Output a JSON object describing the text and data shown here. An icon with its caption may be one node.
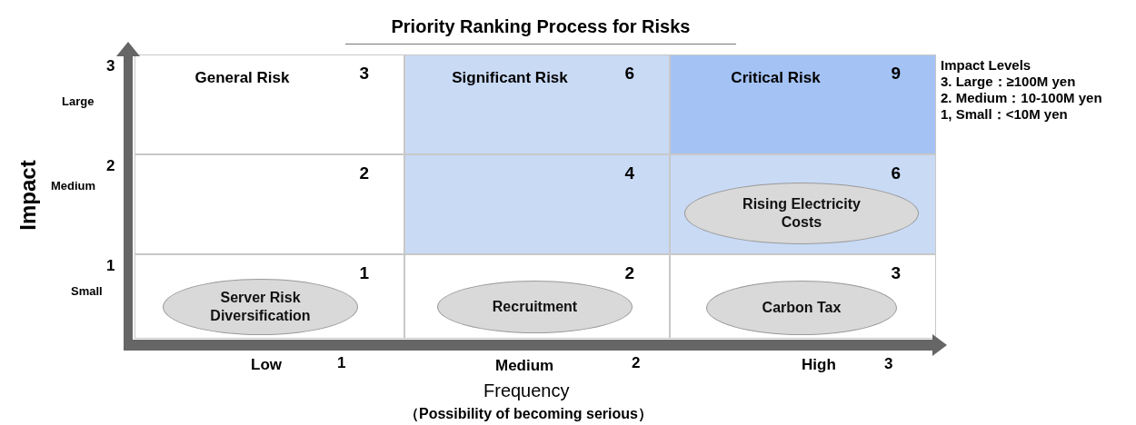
{
  "diagram": {
    "title": "Priority Ranking Process for Risks",
    "nodes": [
      {
        "text": [
          "General Risk",
          "3"
        ]
      },
      {
        "text": [
          "Significant Risk",
          "6"
        ]
      },
      {
        "text": [
          "Critical Risk",
          "9"
        ]
      },
      {
        "text": [
          "2"
        ]
      },
      {
        "text": [
          "4"
        ]
      },
      {
        "text": [
          "6"
        ]
      },
      {
        "text": [
          "Rising Electricity Costs"
        ],
        "in": 5
      },
      {
        "text": [
          "1"
        ]
      },
      {
        "text": [
          "Server Risk Diversification"
        ],
        "in": 7
      },
      {
        "text": [
          "2"
        ]
      },
      {
        "text": [
          "Recruitment"
        ],
        "in": 9
      },
      {
        "text": [
          "3"
        ]
      },
      {
        "text": [
          "Carbon Tax"
        ],
        "in": 11
      }
    ],
    "labels": [
      "Impact Levels",
      "3. Large：≥100M yen",
      "2. Medium：10-100M yen",
      "1, Small：<10M yen",
      "3",
      "Large",
      "2",
      "Medium",
      "1",
      "Small",
      "Impact",
      "Low",
      "1",
      "Medium",
      "2",
      "High",
      "3",
      "Frequency",
      "（Possibility of becoming serious）"
    ]
  }
}
